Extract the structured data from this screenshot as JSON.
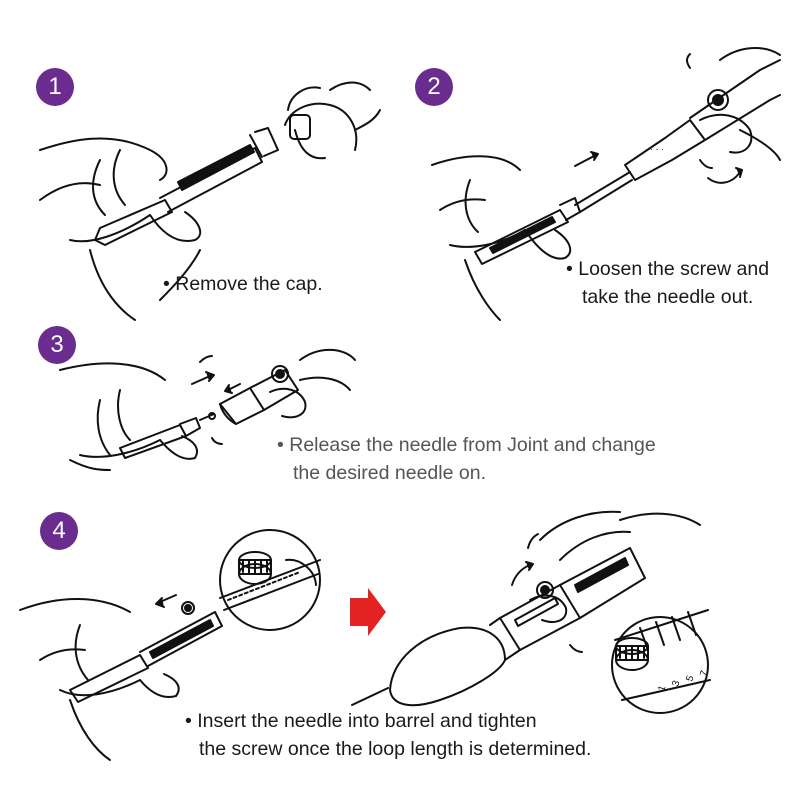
{
  "accent": "#6a2c8e",
  "arrow_color": "#e32222",
  "steps": [
    {
      "number": "1",
      "lines": [
        "• Remove the cap."
      ]
    },
    {
      "number": "2",
      "lines": [
        "• Loosen the screw and",
        "take the needle out."
      ]
    },
    {
      "number": "3",
      "lines": [
        "• Release the needle from Joint and change",
        "the desired needle on."
      ]
    },
    {
      "number": "4",
      "lines": [
        "• Insert the needle into barrel and tighten",
        "the screw once the loop length is determined."
      ]
    }
  ],
  "icons": [
    "hand-icon",
    "punch-needle-pen-icon",
    "red-arrow-icon",
    "loop-length-scale-icon"
  ],
  "scale_labels": [
    "1",
    "3",
    "5",
    "7"
  ]
}
